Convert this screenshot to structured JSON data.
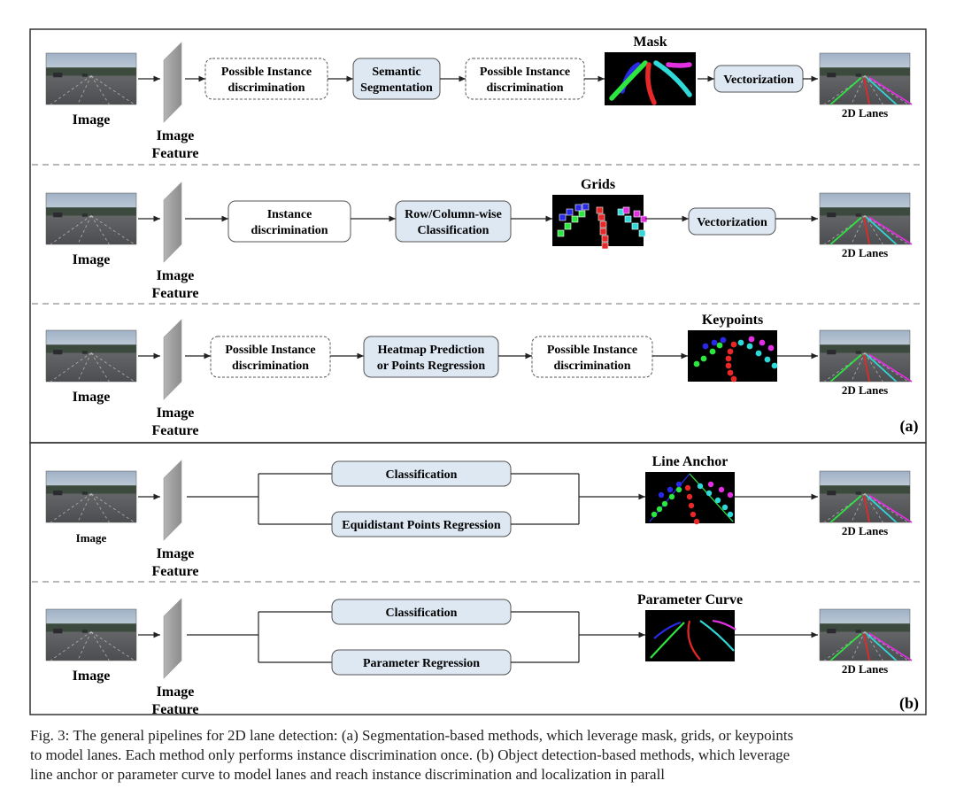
{
  "labels": {
    "image": "Image",
    "image_feature": [
      "Image",
      "Feature"
    ],
    "lanes": "2D Lanes"
  },
  "panels": [
    {
      "id": "a-mask",
      "rep_title": "Mask",
      "rep_kind": "mask",
      "boxes": [
        {
          "lines": [
            "Possible Instance",
            "discrimination"
          ],
          "style": "dashed"
        },
        {
          "lines": [
            "Semantic",
            "Segmentation"
          ],
          "style": "blue"
        },
        {
          "lines": [
            "Possible Instance",
            "discrimination"
          ],
          "style": "dashed"
        },
        {
          "lines": [
            "Vectorization"
          ],
          "style": "blue"
        }
      ]
    },
    {
      "id": "a-grids",
      "rep_title": "Grids",
      "rep_kind": "grids",
      "boxes": [
        {
          "lines": [
            "Instance",
            "discrimination"
          ],
          "style": "white"
        },
        {
          "lines": [
            "Row/Column-wise",
            "Classification"
          ],
          "style": "blue"
        },
        {
          "lines": [
            "Vectorization"
          ],
          "style": "blue"
        }
      ]
    },
    {
      "id": "a-keypoints",
      "rep_title": "Keypoints",
      "rep_kind": "keypoints",
      "boxes": [
        {
          "lines": [
            "Possible Instance",
            "discrimination"
          ],
          "style": "dashed"
        },
        {
          "lines": [
            "Heatmap Prediction",
            "or Points Regression"
          ],
          "style": "blue"
        },
        {
          "lines": [
            "Possible Instance",
            "discrimination"
          ],
          "style": "dashed"
        }
      ]
    },
    {
      "id": "b-anchor",
      "rep_title": "Line Anchor",
      "rep_kind": "anchor",
      "boxes": [
        {
          "lines": [
            "Classification"
          ],
          "style": "blue"
        },
        {
          "lines": [
            "Equidistant Points Regression"
          ],
          "style": "blue"
        }
      ]
    },
    {
      "id": "b-curve",
      "rep_title": "Parameter Curve",
      "rep_kind": "curve",
      "boxes": [
        {
          "lines": [
            "Classification"
          ],
          "style": "blue"
        },
        {
          "lines": [
            "Parameter Regression"
          ],
          "style": "blue"
        }
      ]
    }
  ],
  "tags": {
    "a": "(a)",
    "b": "(b)"
  },
  "caption": [
    "Fig. 3: The general pipelines for 2D lane detection: (a) Segmentation-based methods, which leverage mask, grids, or keypoints",
    "to model lanes. Each method only performs instance discrimination once. (b) Object detection-based methods, which leverage",
    "line anchor or parameter curve to model lanes and reach instance discrimination and localization in parall"
  ],
  "colors": {
    "box_blue": "#dde8f3",
    "box_border": "#555555",
    "separator": "#a0a0a0",
    "lane_blue": "#2a2ae6",
    "lane_green": "#2ee640",
    "lane_red": "#e62828",
    "lane_cyan": "#30d8d8",
    "lane_magenta": "#e030e0"
  },
  "icons": {
    "image_feature": "feature-map-slab",
    "road_photo": "road-photo-thumbnail"
  }
}
